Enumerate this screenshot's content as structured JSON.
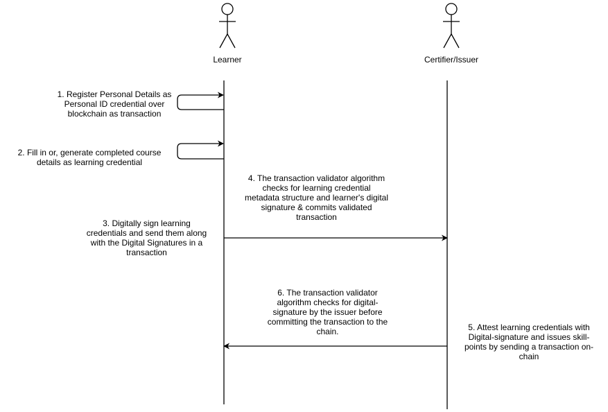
{
  "actors": [
    {
      "name": "Learner"
    },
    {
      "name": "Certifier/Issuer"
    }
  ],
  "messages": [
    {
      "text": "1. Register Personal Details as\nPersonal ID credential over\nblockchain as transaction"
    },
    {
      "text": "2. Fill in or, generate completed course\ndetails as learning credential"
    },
    {
      "text": "3.  Digitally sign learning\ncredentials and send them along\nwith the Digital Signatures in a\ntransaction"
    },
    {
      "text": "4. The transaction validator algorithm\nchecks for learning credential\nmetadata structure and learner's digital\nsignature & commits validated\ntransaction"
    },
    {
      "text": "5. Attest learning credentials with\nDigital-signature and issues skill-\npoints by sending a transaction on-\nchain"
    },
    {
      "text": "6. The transaction validator\nalgorithm checks for digital-\nsignature by the issuer before\ncommitting the transaction to the\nchain."
    }
  ]
}
